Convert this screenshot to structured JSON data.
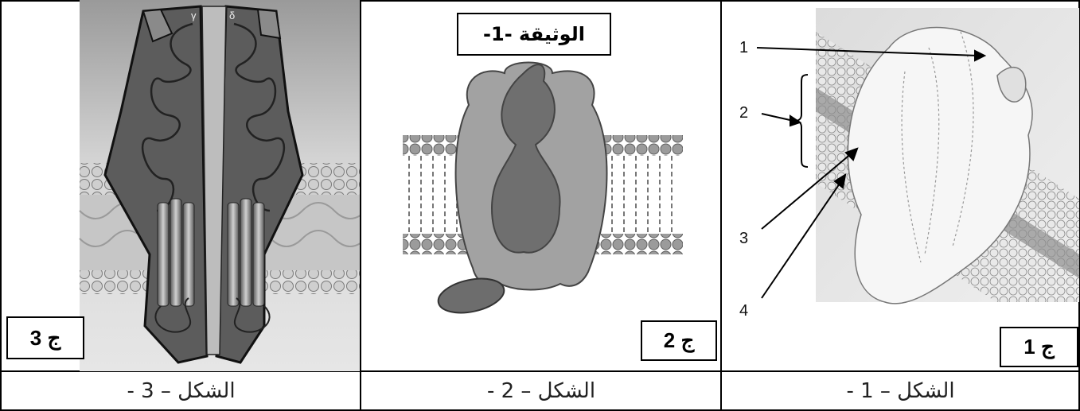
{
  "document_title": "الوثيقة -1-",
  "panels": [
    {
      "tag": "ج 3",
      "caption": "الشكل – 3 -"
    },
    {
      "tag": "ج 2",
      "caption": "الشكل – 2 -"
    },
    {
      "tag": "ج 1",
      "caption": "الشكل – 1 -"
    }
  ],
  "figure1_labels": [
    "1",
    "2",
    "3",
    "4"
  ],
  "figure3_subunit_labels": [
    "γ",
    "δ"
  ]
}
